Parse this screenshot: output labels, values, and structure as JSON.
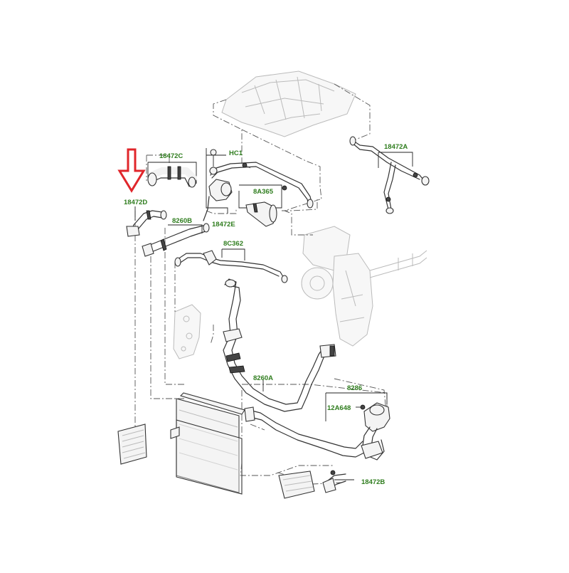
{
  "colors": {
    "label": "#2f7d1e",
    "arrow": "#e0262b",
    "line": "#333333",
    "ghost": "#bbbbbb"
  },
  "labels": {
    "l_18472C": "18472C",
    "l_HC1": "HC1",
    "l_18472A": "18472A",
    "l_8A365": "8A365",
    "l_18472D": "18472D",
    "l_8260B": "8260B",
    "l_18472E": "18472E",
    "l_8C362": "8C362",
    "l_8260A": "8260A",
    "l_8286": "8286",
    "l_12A648": "12A648",
    "l_18472B": "18472B"
  },
  "highlight": {
    "target_label": "18472D",
    "icon": "arrow-down-outline-icon"
  }
}
